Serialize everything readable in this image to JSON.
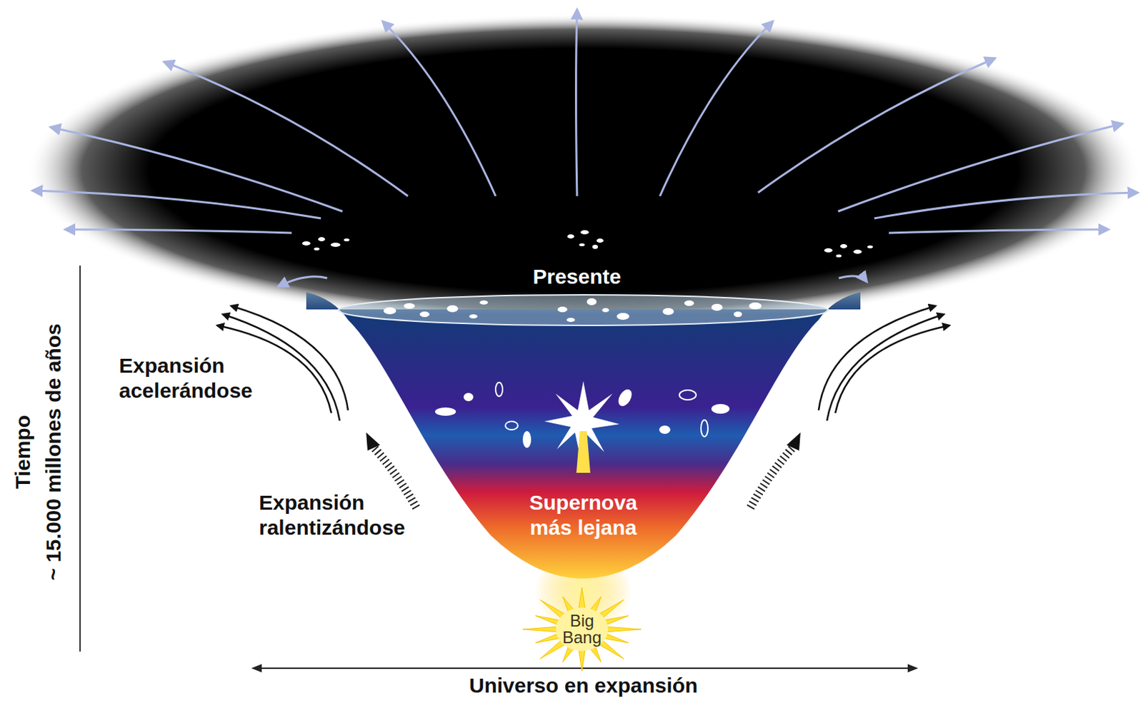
{
  "diagram": {
    "nodes": [
      {
        "text": [
          "Big Bang"
        ]
      }
    ],
    "edges": [],
    "labels": [
      "Presente",
      "Expansión acelerándose",
      "Expansión ralentizándose",
      "Supernova más lejana",
      "Tiempo",
      "~ 15.000 millones de años",
      "Universo en expansión"
    ]
  }
}
